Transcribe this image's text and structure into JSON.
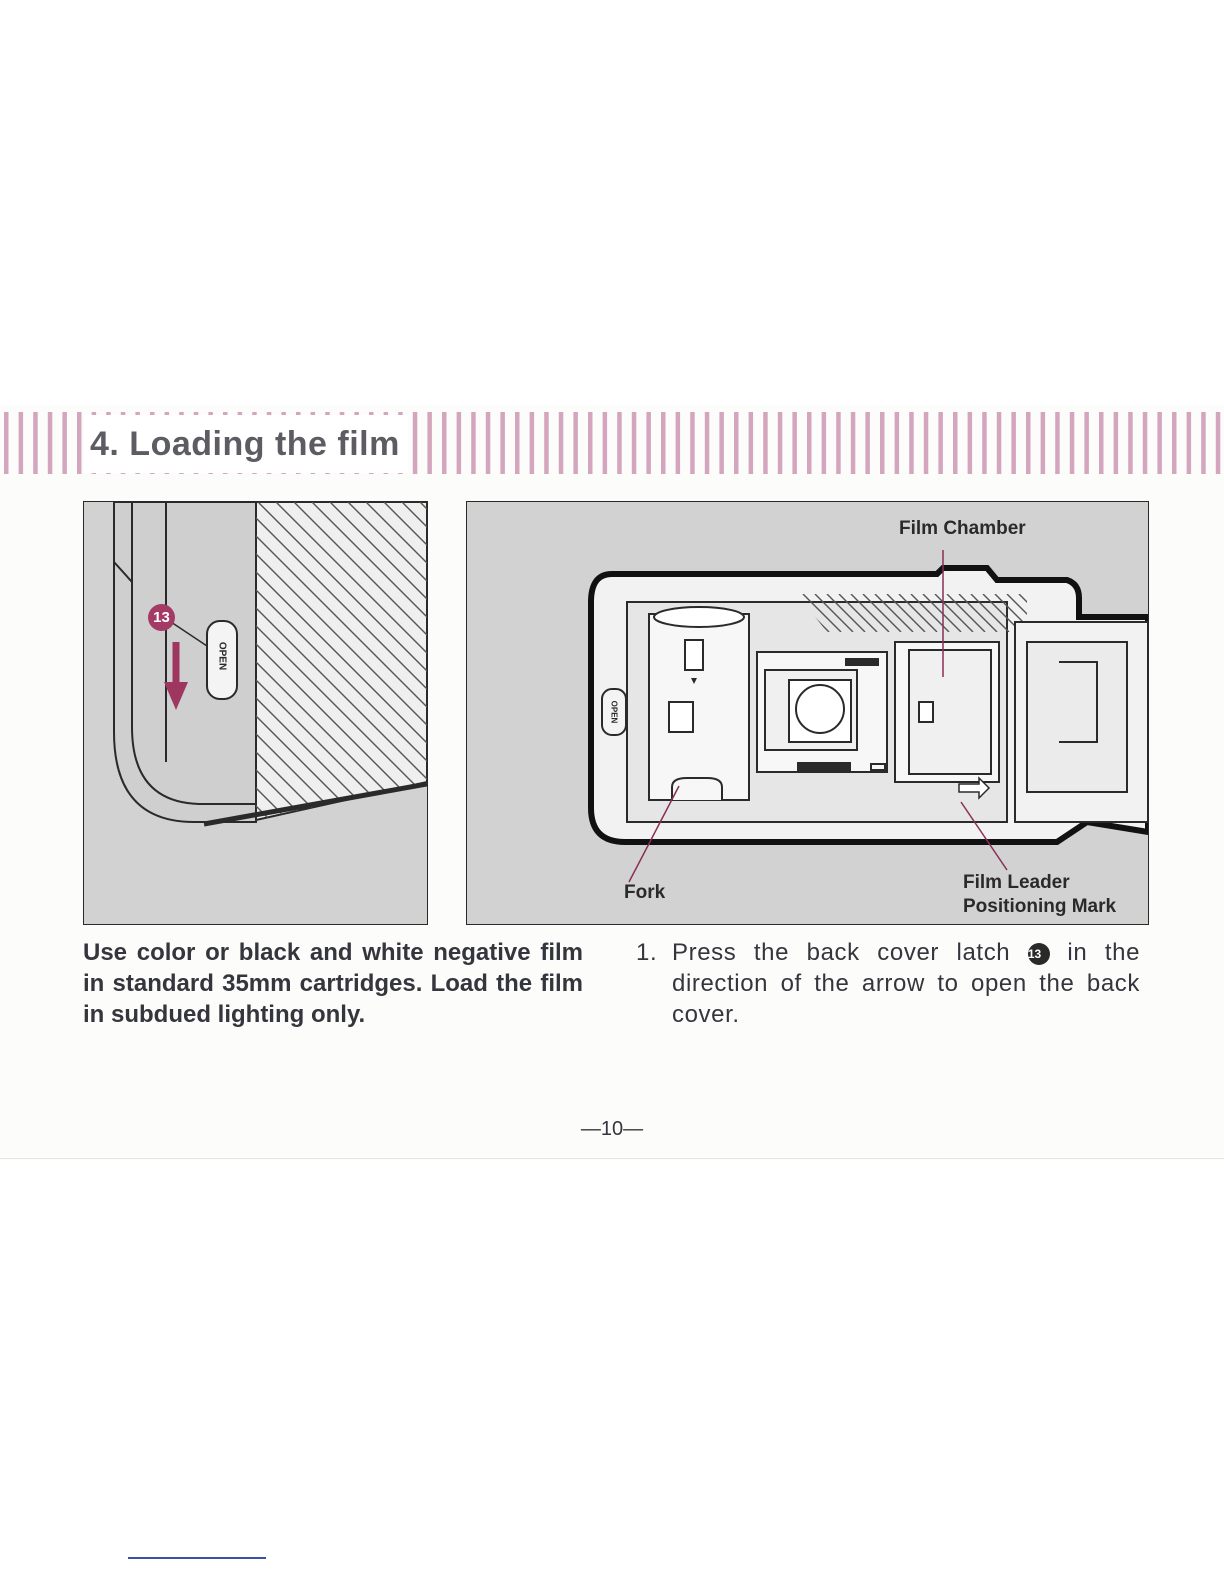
{
  "header": {
    "title": "4. Loading the film",
    "accent_color": "#d4a6bd"
  },
  "figure_left": {
    "callout_number": "13",
    "latch_label": "OPEN",
    "arrow_color": "#9e3760",
    "icons": [
      "arrow-down-icon"
    ]
  },
  "figure_right": {
    "label_film_chamber": "Film Chamber",
    "label_fork": "Fork",
    "label_leader_line1": "Film Leader",
    "label_leader_line2": "Positioning Mark",
    "latch_label": "OPEN"
  },
  "intro": {
    "text": "Use color or black and white negative film in standard 35mm cartridges. Load the film in subdued lighting only."
  },
  "steps": [
    {
      "number": "1.",
      "text_before": "Press the back cover latch",
      "badge": "13",
      "text_after": "in the direction of the arrow to open the back cover."
    }
  ],
  "page_number": "—10—"
}
